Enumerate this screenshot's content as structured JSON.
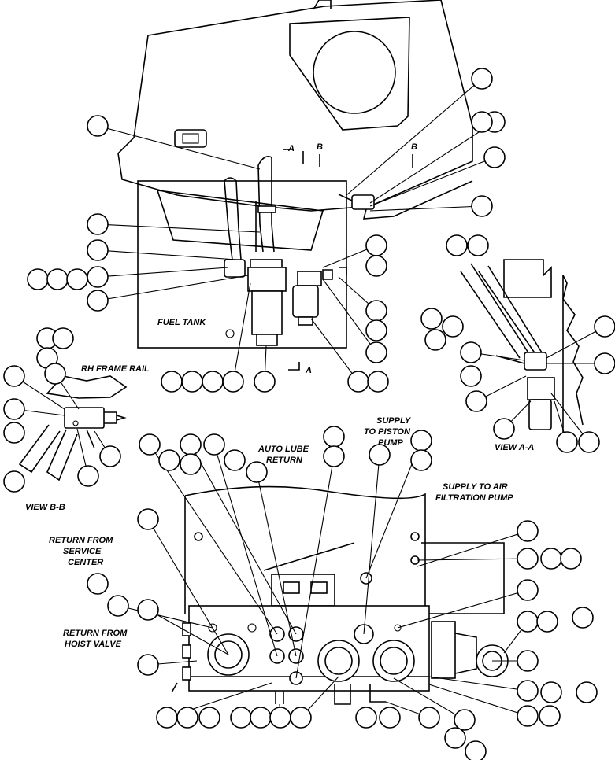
{
  "labels": {
    "fuel_tank": "FUEL TANK",
    "rh_frame_rail": "RH FRAME RAIL",
    "view_bb": "VIEW B-B",
    "view_aa": "VIEW A-A",
    "auto_lube_return_1": "AUTO LUBE",
    "auto_lube_return_2": "RETURN",
    "supply_piston_1": "SUPPLY",
    "supply_piston_2": "TO PISTON",
    "supply_piston_3": "PUMP",
    "supply_air_1": "SUPPLY TO AIR",
    "supply_air_2": "FILTRATION PUMP",
    "return_service_1": "RETURN FROM",
    "return_service_2": "SERVICE",
    "return_service_3": "CENTER",
    "return_hoist_1": "RETURN FROM",
    "return_hoist_2": "HOIST VALVE",
    "section_a_top": "A",
    "section_b_top": "B",
    "section_b_right": "B",
    "section_a_bottom": "A"
  },
  "colors": {
    "line": "#000000",
    "background": "#ffffff"
  }
}
